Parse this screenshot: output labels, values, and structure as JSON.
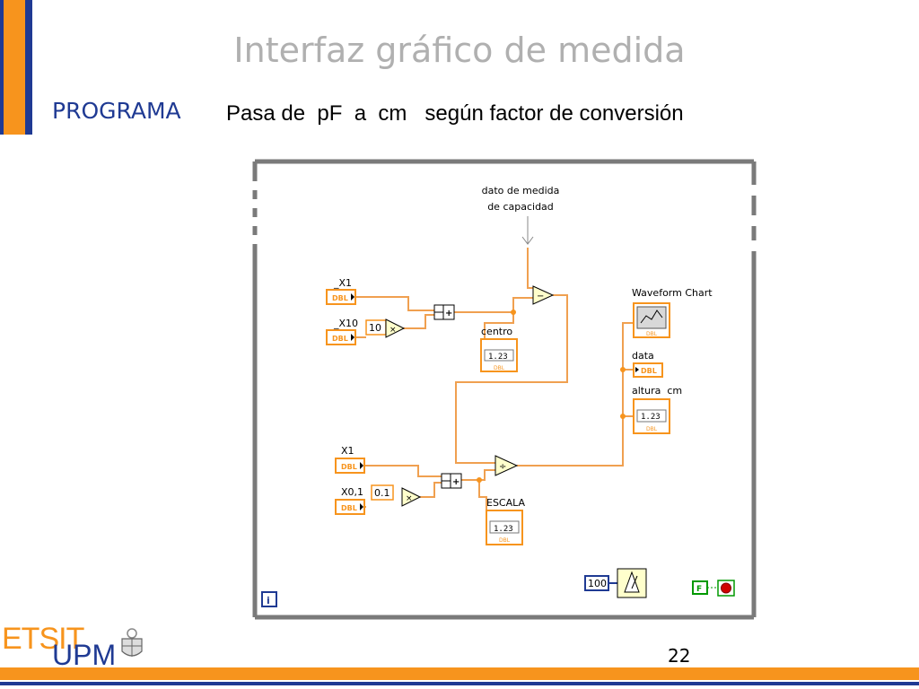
{
  "slide": {
    "title": "Interfaz gráfico de medida",
    "section": "PROGRAMA",
    "subtitle": "Pasa de  pF  a  cm   según factor de conversión",
    "page_number": "22"
  },
  "logos": {
    "etsit": "ETSIT",
    "upm": "UPM"
  },
  "diagram": {
    "input_annotation_line1": "dato de medida",
    "input_annotation_line2": "de capacidad",
    "ctrl_x1_label": "_X1",
    "ctrl_x10_label": "_X10",
    "ctrl_X1_label": "X1",
    "ctrl_x01_label": "X0,1",
    "dbl": "DBL",
    "const_10": "10",
    "const_01": "0.1",
    "const_100": "100",
    "indicator_centro": "centro",
    "indicator_escala": "ESCALA",
    "indicator_data": "data",
    "indicator_altura": "altura  cm",
    "waveform_chart": "Waveform Chart",
    "indicator_value": "1.23",
    "false_const": "F",
    "info_glyph": "i",
    "colors": {
      "orange": "#f7941d",
      "wire": "#f0a050",
      "blue": "#1f3a93"
    }
  }
}
